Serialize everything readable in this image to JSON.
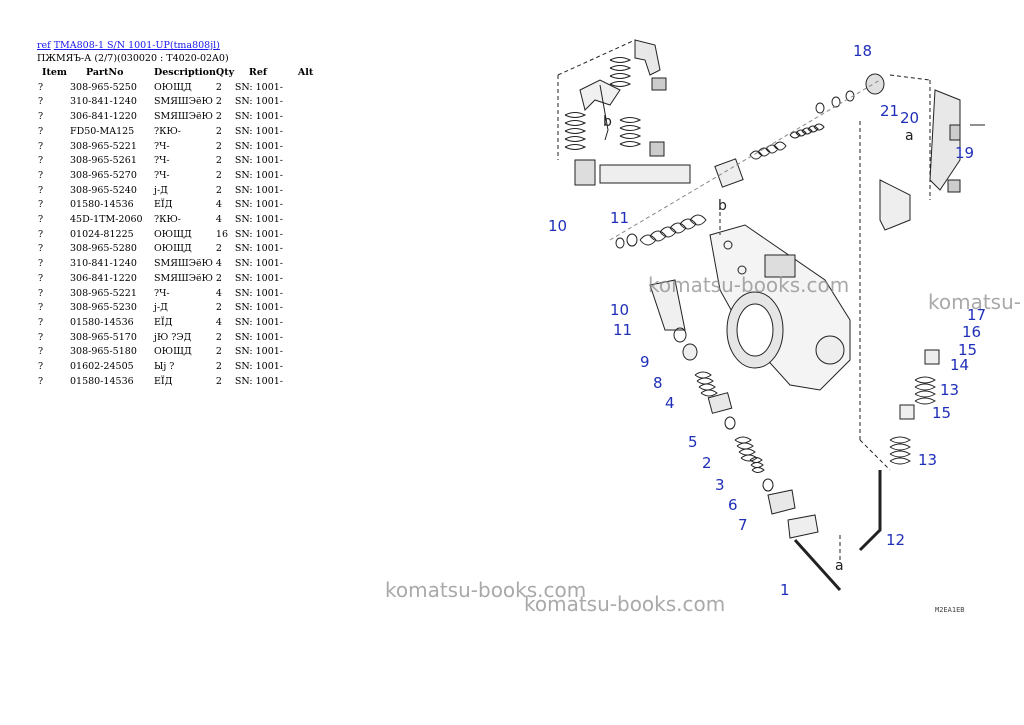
{
  "header": {
    "ref_link": "ref",
    "model_link": "TMA808-1 S/N 1001-UP(tma808jl)",
    "subtitle": "ПЖМЯЪ-А (2/7)(030020 : T4020-02A0)"
  },
  "table": {
    "columns": [
      "Item",
      "PartNo",
      "Description",
      "Qty",
      "Ref",
      "Alt"
    ],
    "rows": [
      {
        "item": "?",
        "part": "308-965-5250",
        "desc": "ОЮЩД",
        "qty": "2",
        "ref": "SN: 1001-",
        "alt": ""
      },
      {
        "item": "?",
        "part": "310-841-1240",
        "desc": "SМЯШЭёЮ",
        "qty": "2",
        "ref": "SN: 1001-",
        "alt": ""
      },
      {
        "item": "?",
        "part": "306-841-1220",
        "desc": "SМЯШЭёЮ",
        "qty": "2",
        "ref": "SN: 1001-",
        "alt": ""
      },
      {
        "item": "?",
        "part": "FD50-MA125",
        "desc": "?КЮ-",
        "qty": "2",
        "ref": "SN: 1001-",
        "alt": ""
      },
      {
        "item": "?",
        "part": "308-965-5221",
        "desc": "?Ч-",
        "qty": "2",
        "ref": "SN: 1001-",
        "alt": ""
      },
      {
        "item": "?",
        "part": "308-965-5261",
        "desc": "?Ч-",
        "qty": "2",
        "ref": "SN: 1001-",
        "alt": ""
      },
      {
        "item": "?",
        "part": "308-965-5270",
        "desc": "?Ч-",
        "qty": "2",
        "ref": "SN: 1001-",
        "alt": ""
      },
      {
        "item": "?",
        "part": "308-965-5240",
        "desc": "j-Д",
        "qty": "2",
        "ref": "SN: 1001-",
        "alt": ""
      },
      {
        "item": "?",
        "part": "01580-14536",
        "desc": "ЕЇД",
        "qty": "4",
        "ref": "SN: 1001-",
        "alt": ""
      },
      {
        "item": "?",
        "part": "45D-1TM-2060",
        "desc": "?КЮ-",
        "qty": "4",
        "ref": "SN: 1001-",
        "alt": ""
      },
      {
        "item": "?",
        "part": "01024-81225",
        "desc": "ОЮЩД",
        "qty": "16",
        "ref": "SN: 1001-",
        "alt": ""
      },
      {
        "item": "?",
        "part": "308-965-5280",
        "desc": "ОЮЩД",
        "qty": "2",
        "ref": "SN: 1001-",
        "alt": ""
      },
      {
        "item": "?",
        "part": "310-841-1240",
        "desc": "SМЯШЭёЮ",
        "qty": "4",
        "ref": "SN: 1001-",
        "alt": ""
      },
      {
        "item": "?",
        "part": "306-841-1220",
        "desc": "SМЯШЭёЮ",
        "qty": "2",
        "ref": "SN: 1001-",
        "alt": ""
      },
      {
        "item": "?",
        "part": "308-965-5221",
        "desc": "?Ч-",
        "qty": "4",
        "ref": "SN: 1001-",
        "alt": ""
      },
      {
        "item": "?",
        "part": "308-965-5230",
        "desc": "j-Д",
        "qty": "2",
        "ref": "SN: 1001-",
        "alt": ""
      },
      {
        "item": "?",
        "part": "01580-14536",
        "desc": "ЕЇД",
        "qty": "4",
        "ref": "SN: 1001-",
        "alt": ""
      },
      {
        "item": "?",
        "part": "308-965-5170",
        "desc": "jЮ ?ЭД",
        "qty": "2",
        "ref": "SN: 1001-",
        "alt": ""
      },
      {
        "item": "?",
        "part": "308-965-5180",
        "desc": "ОЮЩД",
        "qty": "2",
        "ref": "SN: 1001-",
        "alt": ""
      },
      {
        "item": "?",
        "part": "01602-24505",
        "desc": "Ыј ?",
        "qty": "2",
        "ref": "SN: 1001-",
        "alt": ""
      },
      {
        "item": "?",
        "part": "01580-14536",
        "desc": "ЕЇД",
        "qty": "2",
        "ref": "SN: 1001-",
        "alt": ""
      }
    ]
  },
  "diagram": {
    "callouts": [
      "1",
      "2",
      "3",
      "4",
      "5",
      "6",
      "7",
      "8",
      "9",
      "10",
      "11",
      "12",
      "13",
      "14",
      "15",
      "16",
      "17",
      "18",
      "19",
      "20",
      "21"
    ],
    "letter_a": "a",
    "letter_b": "b",
    "drawing_code": "M2EA1EB",
    "callout_color": "#1f2fb8"
  },
  "watermarks": {
    "text": "komatsu-books.com",
    "partial": "komatsu-"
  }
}
